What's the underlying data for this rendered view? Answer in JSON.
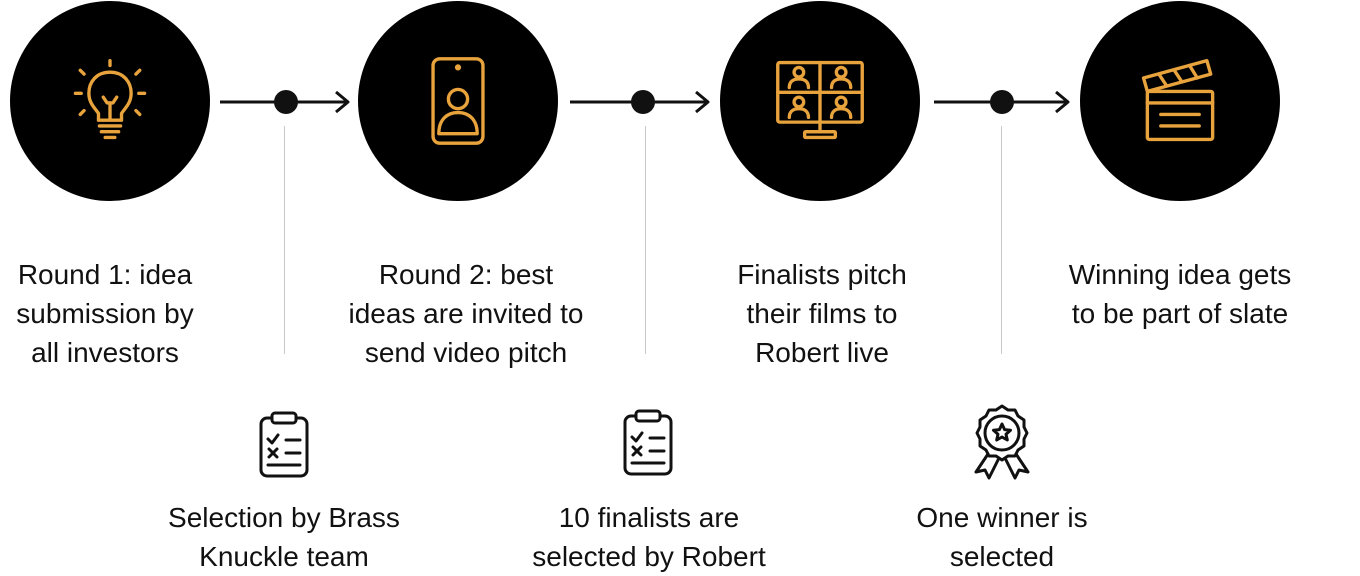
{
  "accent_color": "#E8A33D",
  "stages": [
    {
      "icon": "lightbulb-icon",
      "label_lines": [
        "Round 1: idea",
        "submission by",
        "all investors"
      ]
    },
    {
      "icon": "smartphone-user-icon",
      "label_lines": [
        "Round 2: best",
        "ideas are invited to",
        "send video pitch"
      ]
    },
    {
      "icon": "video-conference-icon",
      "label_lines": [
        "Finalists pitch",
        "their films to",
        "Robert live"
      ]
    },
    {
      "icon": "clapperboard-icon",
      "label_lines": [
        "Winning idea gets",
        "to be part of slate"
      ]
    }
  ],
  "transitions": [
    {
      "icon": "clipboard-checklist-icon",
      "label_lines": [
        "Selection by Brass",
        "Knuckle team"
      ]
    },
    {
      "icon": "clipboard-checklist-icon",
      "label_lines": [
        "10 finalists are",
        "selected by Robert"
      ]
    },
    {
      "icon": "award-ribbon-icon",
      "label_lines": [
        "One winner is",
        "selected"
      ]
    }
  ]
}
